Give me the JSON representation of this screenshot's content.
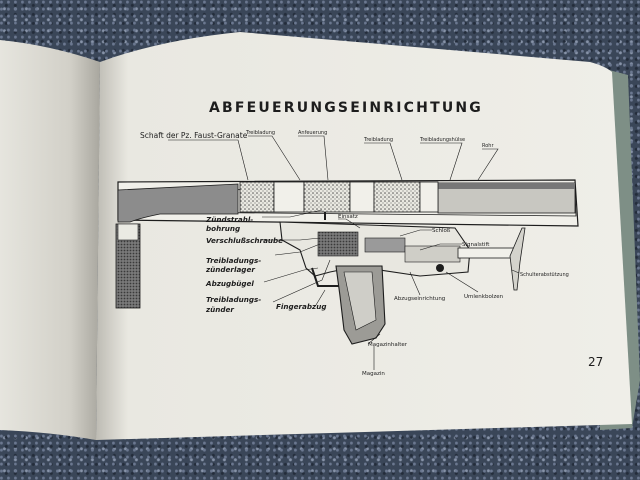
{
  "page": {
    "title": "ABFEUERUNGSEINRICHTUNG",
    "page_number": "27"
  },
  "labels": {
    "schaft": "Schaft der Pz. Faust-Granate",
    "treibladung1": "Treibladung",
    "anfeuerung": "Anfeuerung",
    "treibladung2": "Treibladung",
    "treibladungshuelse": "Treibladungshülse",
    "rohr": "Rohr",
    "zuendstrahl1": "Zündstrahl-",
    "zuendstrahl2": "bohrung",
    "verschluss": "Verschlußschraube",
    "einsatz": "Einsatz",
    "schloss": "Schloß",
    "signalstift": "Signalstift",
    "zuenderlager1": "Treibladungs-",
    "zuenderlager2": "zünderlager",
    "schulterstuetze": "Schulterabstützung",
    "abzugbuegel": "Abzugbügel",
    "zuender1": "Treibladungs-",
    "zuender2": "zünder",
    "fingerabzug": "Fingerabzug",
    "abzugseinrichtung": "Abzugseinrichtung",
    "umlenkbolzen": "Umlenkbolzen",
    "magazinhalter": "Magazinhalter",
    "magazin": "Magazin"
  },
  "colors": {
    "paper": "#ecebe4",
    "paper_shadow": "#cfcdc4",
    "ink": "#1d1d1d",
    "cover": "#7e8f86",
    "background": "#3a4658"
  }
}
